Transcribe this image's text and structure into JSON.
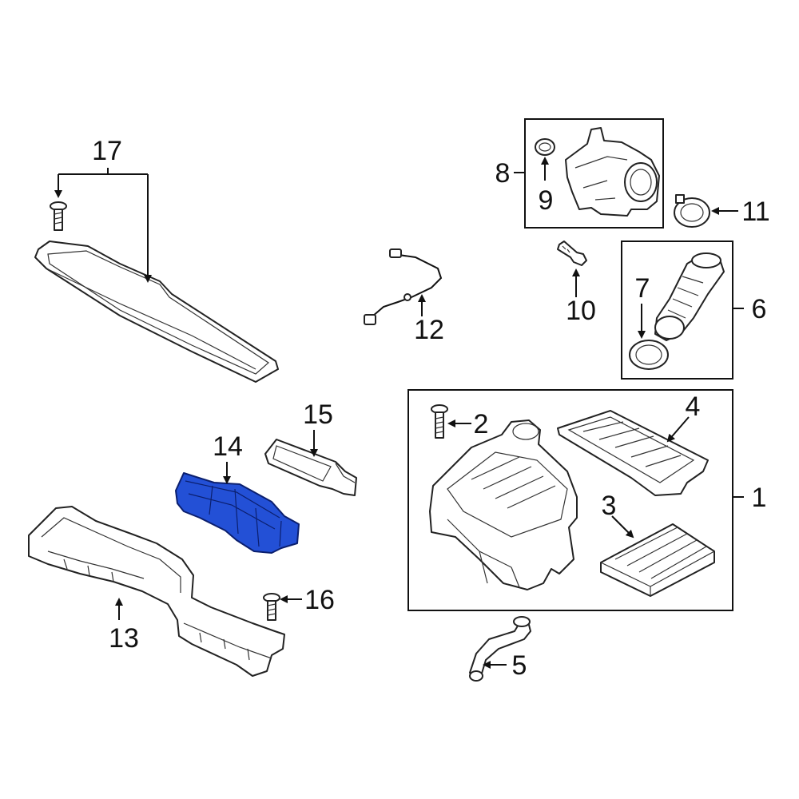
{
  "callouts": {
    "c1": "1",
    "c2": "2",
    "c3": "3",
    "c4": "4",
    "c5": "5",
    "c6": "6",
    "c7": "7",
    "c8": "8",
    "c9": "9",
    "c10": "10",
    "c11": "11",
    "c12": "12",
    "c13": "13",
    "c14": "14",
    "c15": "15",
    "c16": "16",
    "c17": "17"
  },
  "colors": {
    "highlight": "#2350d6",
    "line": "#111111",
    "background": "#ffffff"
  },
  "highlighted_part": "14"
}
